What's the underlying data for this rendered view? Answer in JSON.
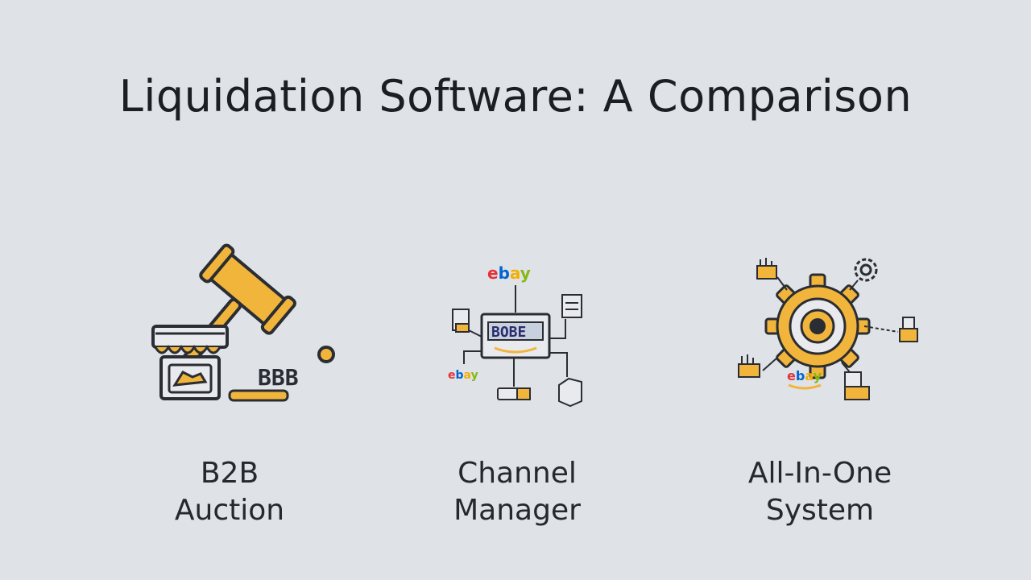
{
  "title": "Liquidation Software: A Comparison",
  "colors": {
    "background": "#dfe2e6",
    "accent": "#f2b53c",
    "stroke": "#2a2d33",
    "ebay_red": "#e53238",
    "ebay_blue": "#0064d2",
    "ebay_yellow": "#f5af02",
    "ebay_green": "#86b817"
  },
  "options": [
    {
      "label_line1": "B2B",
      "label_line2": "Auction",
      "icon": "auction-gavel-storefront-icon",
      "icon_text": "BBB"
    },
    {
      "label_line1": "Channel",
      "label_line2": "Manager",
      "icon": "channel-hub-network-icon",
      "icon_text": "BOBE",
      "logo_top": "ebay",
      "logo_left": "ebay"
    },
    {
      "label_line1": "All-In-One",
      "label_line2": "System",
      "icon": "integrated-gear-system-icon",
      "logo_bottom": "ebay"
    }
  ]
}
